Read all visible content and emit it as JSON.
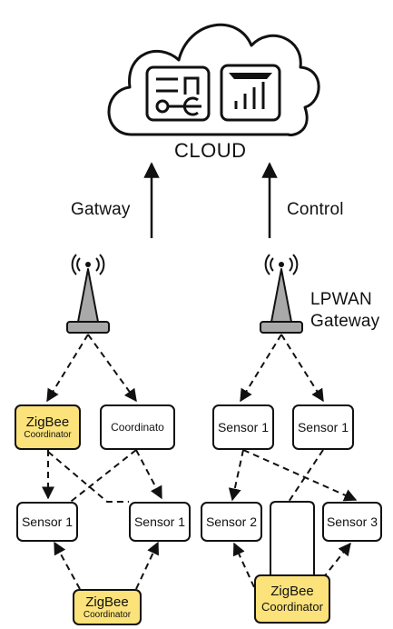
{
  "title": "CLOUD",
  "labels": {
    "left_link": "Gatway",
    "right_link": "Control",
    "lpwan_line1": "LPWAN",
    "lpwan_line2": "Gateway"
  },
  "nodes": {
    "zigbee_coord_left": {
      "line1": "ZigBee",
      "line2": "Coordinator"
    },
    "coordinator_left": "Coordinato",
    "sensor1_left_a": "Sensor 1",
    "sensor1_left_b": "Sensor 1",
    "zigbee_coord_bottom_left": {
      "line1": "ZigBee",
      "line2": "Coordinator"
    },
    "sensor1_right_a": "Sensor 1",
    "sensor1_right_b": "Sensor 1",
    "sensor2_right": "Sensor 2",
    "sensor3_right": "Sensor 3",
    "zigbee_coord_bottom_right": {
      "line1": "ZigBee",
      "line2": "Coordinator"
    }
  },
  "colors": {
    "accent": "#fbe27a",
    "stroke": "#111111",
    "tower": "#a9a9a9"
  },
  "icons": [
    "cloud-icon",
    "document-icon",
    "bar-chart-icon",
    "antenna-tower-icon"
  ]
}
